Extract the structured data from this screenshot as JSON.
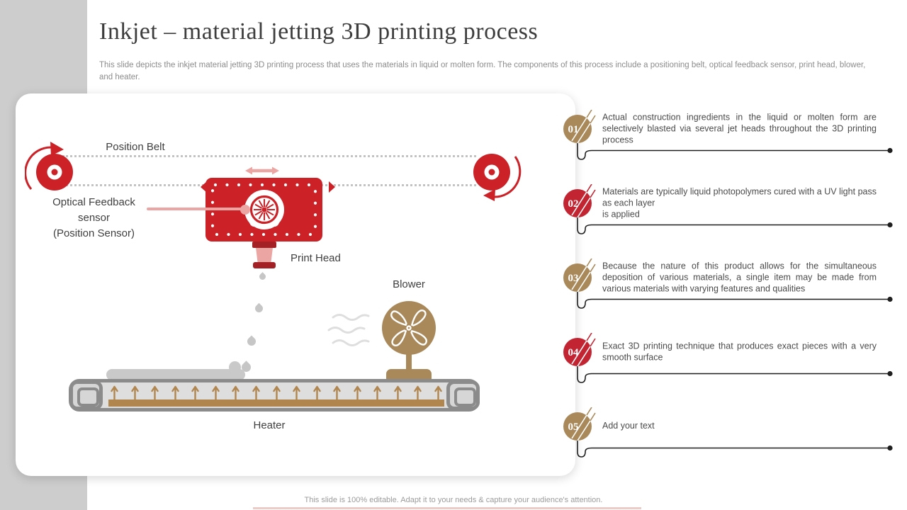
{
  "slide": {
    "title": "Inkjet – material jetting 3D printing process",
    "subtitle": "This slide depicts the inkjet material jetting 3D printing process that uses the materials in liquid or molten form. The components of this process include a positioning belt, optical feedback sensor, print head, blower, and heater.",
    "footer": "This slide is 100% editable. Adapt it to your needs & capture your audience's attention."
  },
  "diagram": {
    "labels": {
      "position_belt": "Position Belt",
      "optical_sensor": "Optical Feedback\nsensor\n(Position Sensor)",
      "print_head": "Print Head",
      "blower": "Blower",
      "heater": "Heater"
    }
  },
  "steps": [
    {
      "number": "01",
      "color": "#a9885a",
      "text": "Actual construction ingredients in the liquid or molten form are selectively blasted via several jet heads throughout the 3D printing process"
    },
    {
      "number": "02",
      "color": "#c32432",
      "text": "Materials are typically liquid photopolymers cured with a UV light pass as each layer\nis applied"
    },
    {
      "number": "03",
      "color": "#a9885a",
      "text": "Because the nature of this product allows for the simultaneous deposition of various materials, a single item may be made from various materials with varying features and qualities"
    },
    {
      "number": "04",
      "color": "#c32432",
      "text": "Exact 3D printing technique that produces exact pieces with a very smooth surface"
    },
    {
      "number": "05",
      "color": "#a9885a",
      "text": "Add your text"
    }
  ],
  "colors": {
    "red_badge": "#c32432",
    "tan_badge": "#a9885a",
    "diagram_red": "#cb2127",
    "pink": "#eba6a4",
    "dark_red": "#a32125",
    "strip_gray": "#cdcdcd",
    "heat_arrow_tan": "#b0854e"
  }
}
